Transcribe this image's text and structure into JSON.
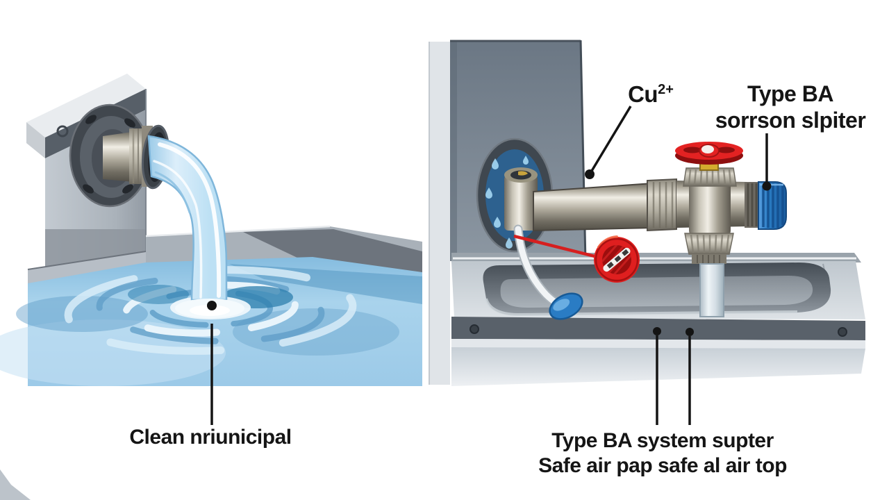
{
  "labels": {
    "cu": {
      "base": "Cu",
      "sup": "2+"
    },
    "type_ba": {
      "line1": "Type BA",
      "line2": "sorrson slpiter"
    },
    "clean": {
      "text": "Clean nriunicipal"
    },
    "system": {
      "line1": "Type BA system supter",
      "line2": "Safe air pap safe al air top"
    }
  },
  "colors": {
    "background": "#ffffff",
    "label_text": "#151515",
    "leader_line": "#141414",
    "water": "#a9d3ec",
    "water_deep": "#4f93bf",
    "stream_blue": "#d6ebf8",
    "pipe_steel": "#b7b2a5",
    "left_wall_gray": "#b5bdc5",
    "right_wall_gray": "#76828e",
    "sink_gray": "#ccd3d9",
    "handwheel_red": "#e32222",
    "cap_blue": "#2a7cc4",
    "flange_blue": "#2d618f",
    "prohibition_red": "#df1f1f",
    "hose_white": "#f1f4f6"
  },
  "icons": {
    "prohibition": "crossed-out-red-circle"
  }
}
